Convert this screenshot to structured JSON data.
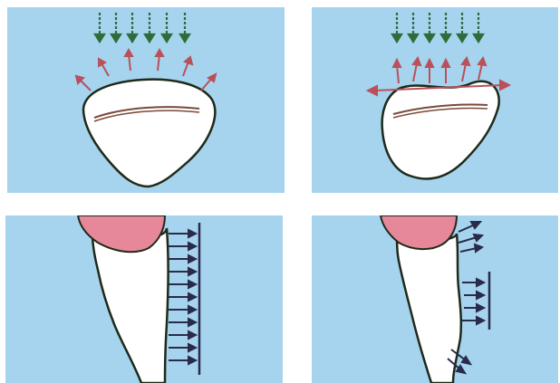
{
  "figure": {
    "panels": [
      {
        "id": "p1",
        "view": "occlusal",
        "label": "",
        "description_hidden": true
      },
      {
        "id": "p2",
        "view": "occlusal",
        "label": ""
      },
      {
        "id": "p3",
        "view": "labial-profile",
        "label": ""
      },
      {
        "id": "p4",
        "view": "labial-profile",
        "label": ""
      }
    ]
  },
  "colors": {
    "panel_background": "#a6d4ee",
    "tooth_fill": "#ffffff",
    "outline": "#1e2a1a",
    "gum": "#e7889a",
    "green_arrow": "#2f6b3b",
    "red_arrow": "#b9505a",
    "dark_arrow": "#2a2a4a"
  }
}
